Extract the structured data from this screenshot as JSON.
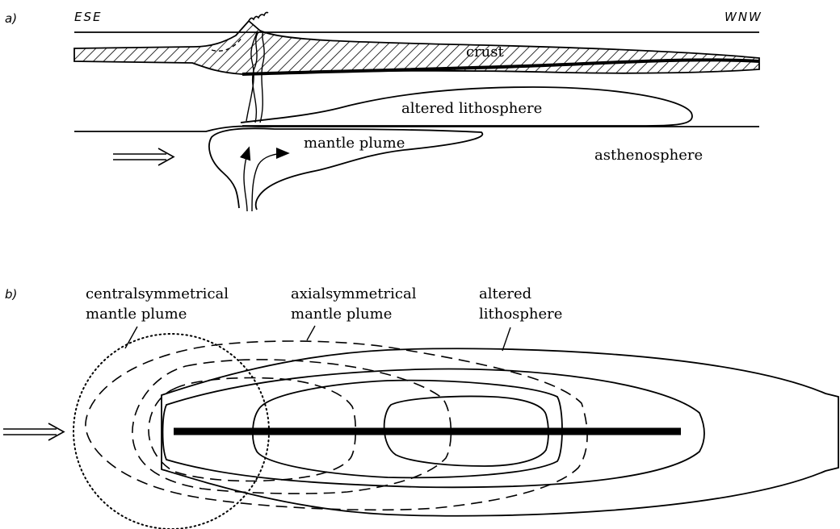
{
  "panel_a": {
    "tag": "a)",
    "dir_left": "ESE",
    "dir_right": "WNW",
    "labels": {
      "crust": "crust",
      "altered_lithosphere": "altered lithosphere",
      "mantle_plume": "mantle plume",
      "asthenosphere": "asthenosphere"
    }
  },
  "panel_b": {
    "tag": "b)",
    "labels": {
      "central_1": "centralsymmetrical",
      "central_2": "mantle plume",
      "axial_1": "axialsymmetrical",
      "axial_2": "mantle plume",
      "altered_1": "altered",
      "altered_2": "lithosphere"
    }
  }
}
